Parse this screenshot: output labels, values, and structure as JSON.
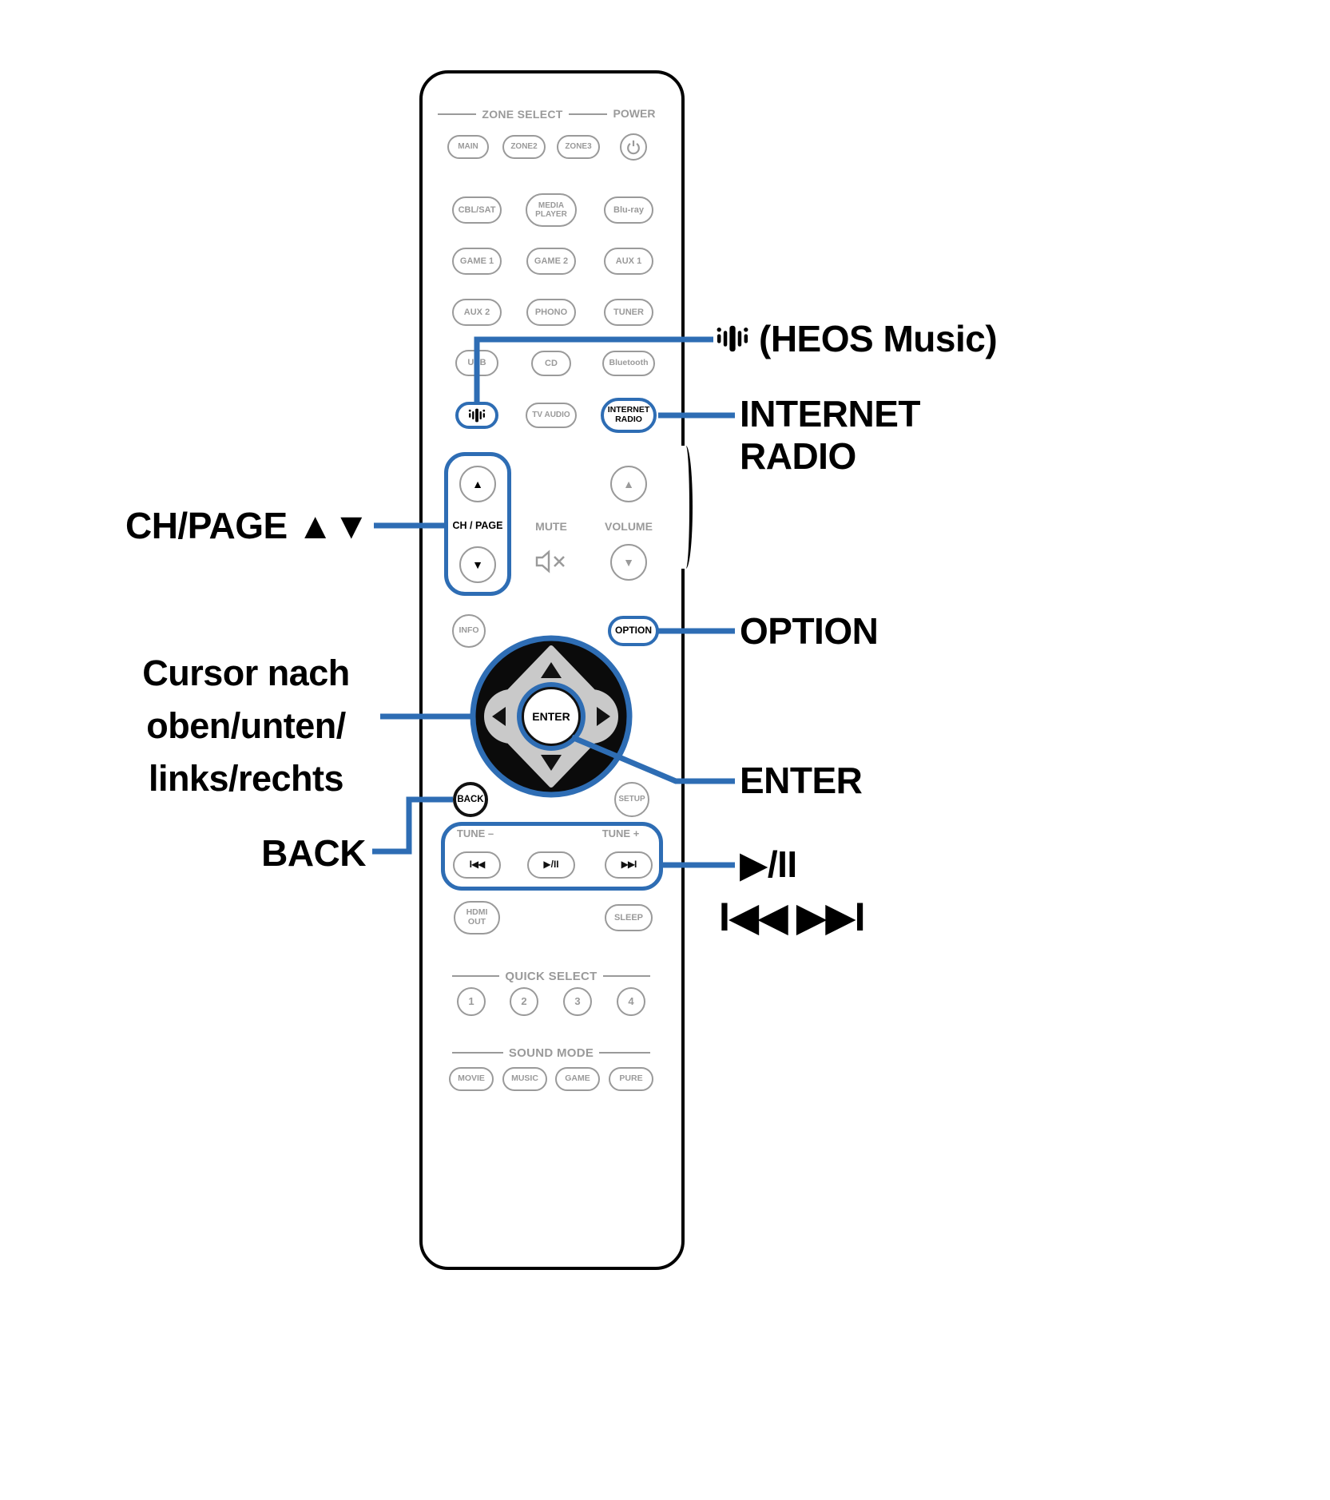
{
  "colors": {
    "accent": "#2E6DB4",
    "inactive": "#9A9A9A",
    "ink": "#000000"
  },
  "remote": {
    "sections": {
      "zone_select": "ZONE SELECT",
      "power": "POWER",
      "ch_page": "CH / PAGE",
      "mute": "MUTE",
      "volume": "VOLUME",
      "tune_minus": "TUNE –",
      "tune_plus": "TUNE +",
      "quick_select": "QUICK SELECT",
      "sound_mode": "SOUND MODE"
    },
    "buttons": {
      "main": "MAIN",
      "zone2": "ZONE2",
      "zone3": "ZONE3",
      "cbl_sat": "CBL/SAT",
      "media_player": "MEDIA PLAYER",
      "blu_ray": "Blu-ray",
      "game1": "GAME 1",
      "game2": "GAME 2",
      "aux1": "AUX 1",
      "aux2": "AUX 2",
      "phono": "PHONO",
      "tuner": "TUNER",
      "usb": "USB",
      "cd": "CD",
      "bluetooth": "Bluetooth",
      "tv_audio": "TV AUDIO",
      "internet_radio": "INTERNET RADIO",
      "info": "INFO",
      "option": "OPTION",
      "enter": "ENTER",
      "back": "BACK",
      "setup": "SETUP",
      "skip_back": "I◀◀",
      "play_pause": "▶/II",
      "skip_forward": "▶▶I",
      "hdmi_out": "HDMI OUT",
      "sleep": "SLEEP",
      "quick_1": "1",
      "quick_2": "2",
      "quick_3": "3",
      "quick_4": "4",
      "movie": "MOVIE",
      "music": "MUSIC",
      "game": "GAME",
      "pure": "PURE"
    },
    "glyphs": {
      "up": "▲",
      "down": "▼"
    }
  },
  "callouts": {
    "heos_music": "(HEOS Music)",
    "internet_radio_line1": "INTERNET",
    "internet_radio_line2": "RADIO",
    "ch_page": "CH/PAGE ▲▼",
    "option": "OPTION",
    "cursor_line1": "Cursor nach",
    "cursor_line2": "oben/unten/",
    "cursor_line3": "links/rechts",
    "enter": "ENTER",
    "back": "BACK",
    "play_pause": "▶/II",
    "skip": "I◀◀ ▶▶I"
  }
}
